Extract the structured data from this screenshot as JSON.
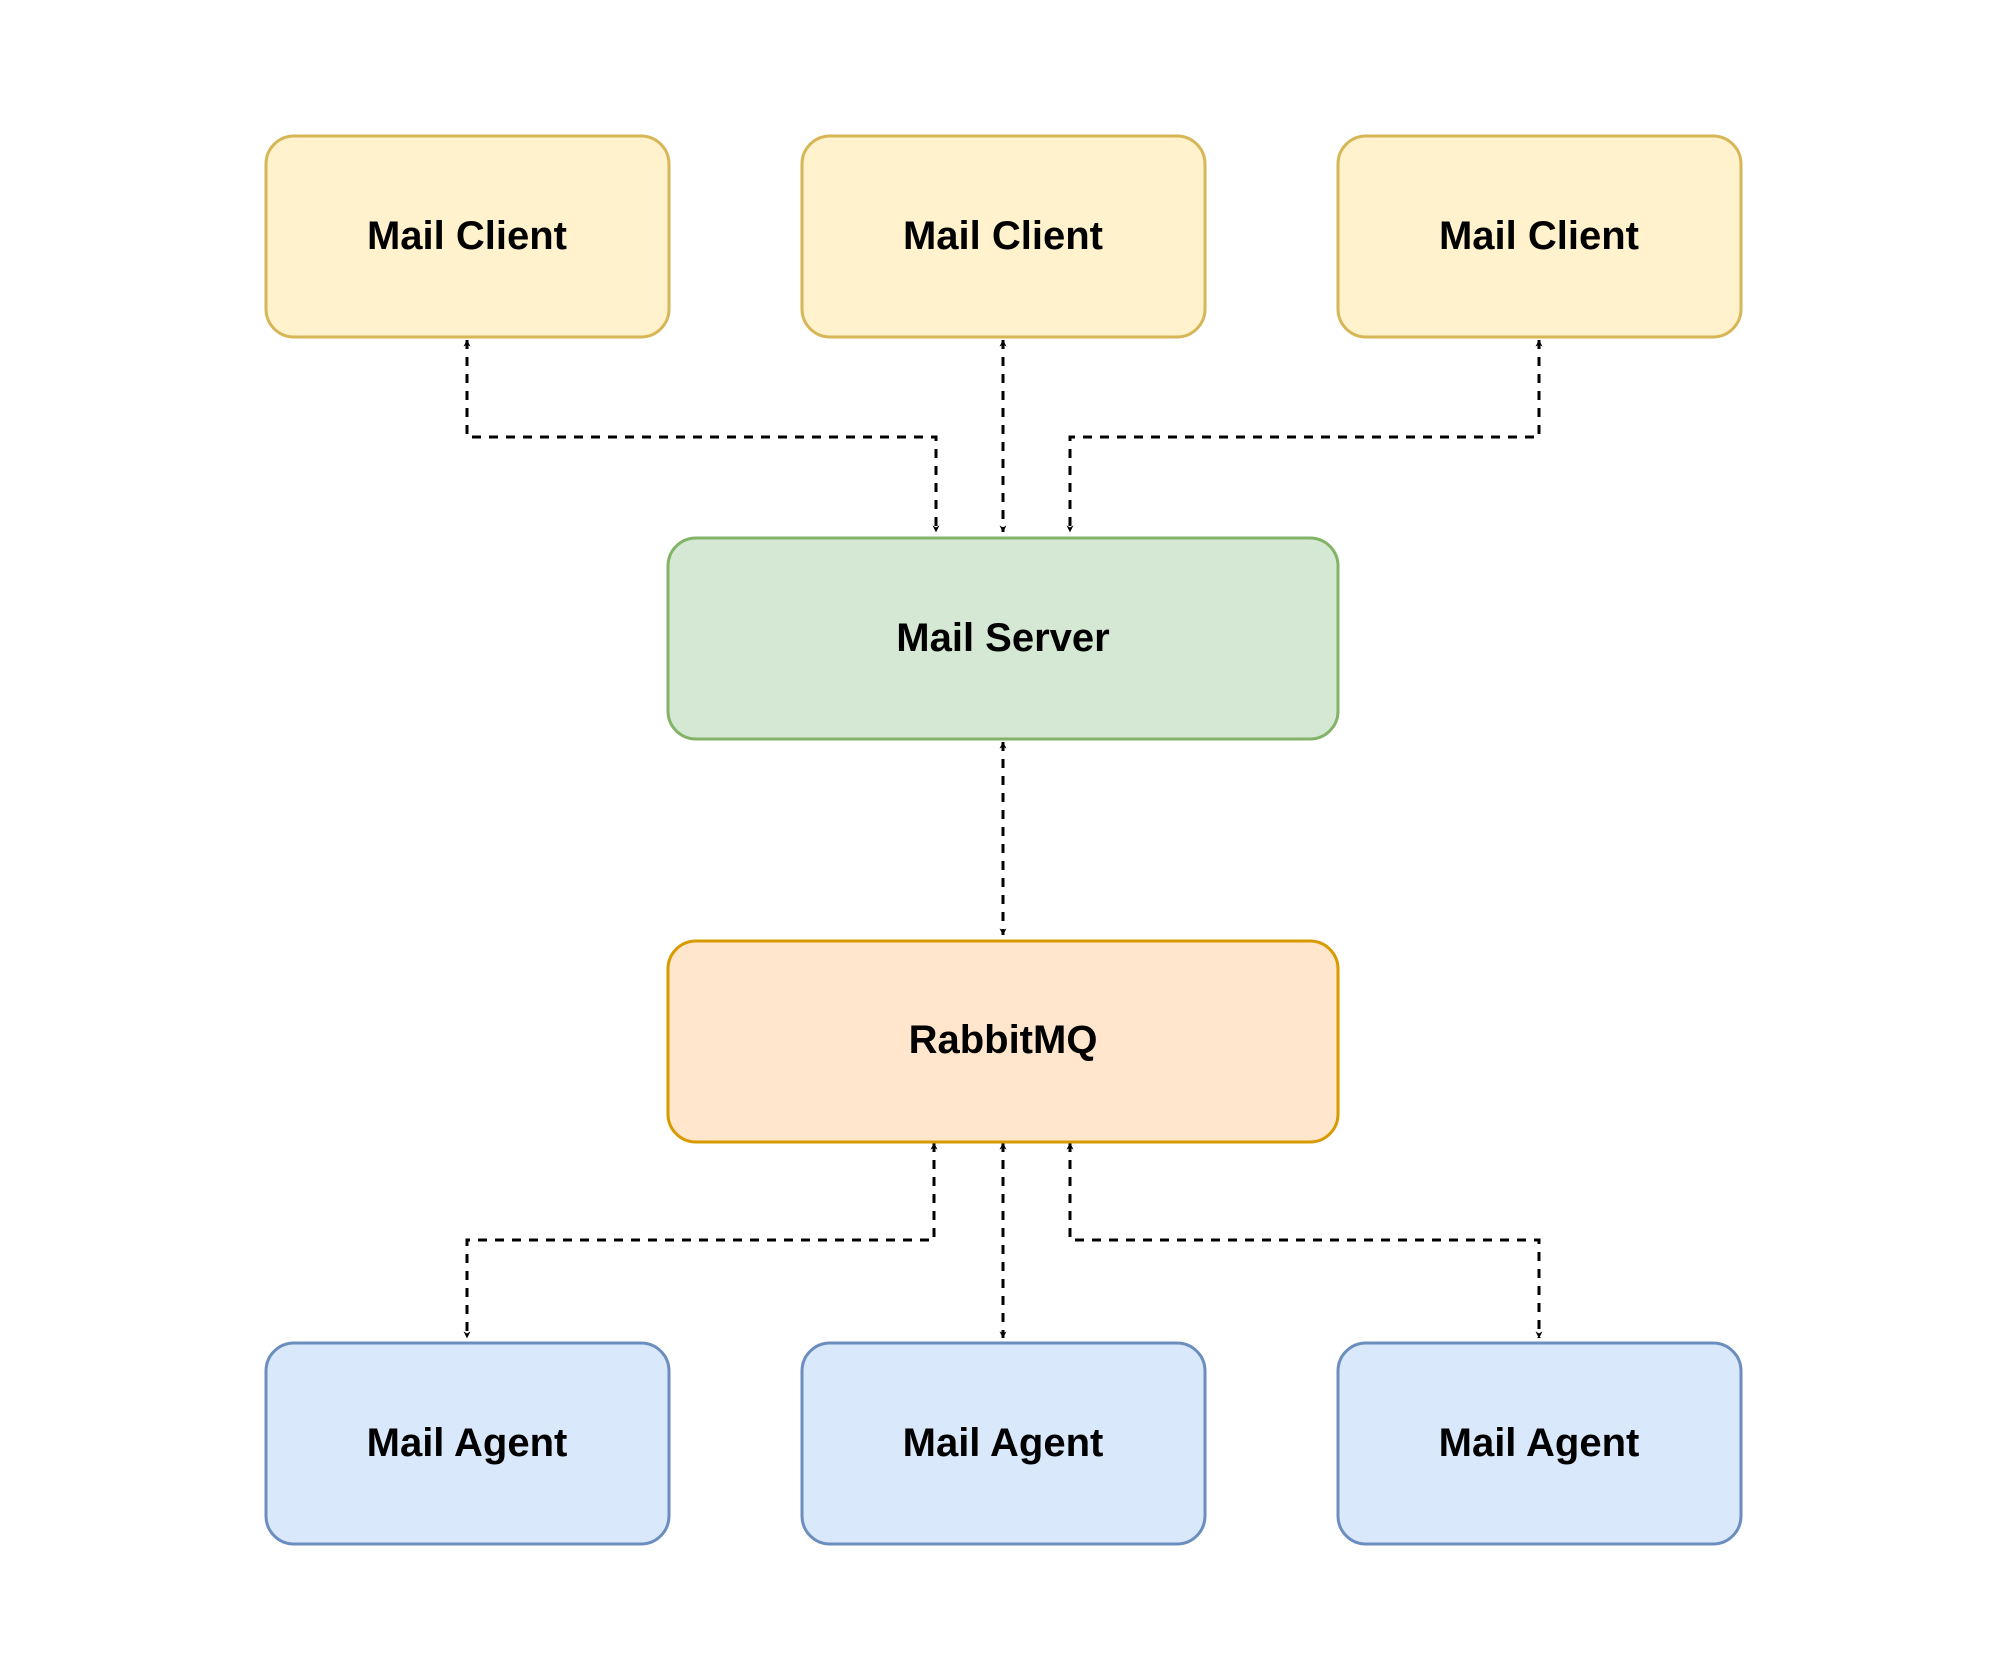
{
  "nodes": {
    "client_1": {
      "label": "Mail Client",
      "fill": "#fff2cc",
      "stroke": "#d6b656"
    },
    "client_2": {
      "label": "Mail Client",
      "fill": "#fff2cc",
      "stroke": "#d6b656"
    },
    "client_3": {
      "label": "Mail Client",
      "fill": "#fff2cc",
      "stroke": "#d6b656"
    },
    "server": {
      "label": "Mail Server",
      "fill": "#d5e8d4",
      "stroke": "#82b366"
    },
    "queue": {
      "label": "RabbitMQ",
      "fill": "#ffe6cc",
      "stroke": "#d79b00"
    },
    "agent_1": {
      "label": "Mail Agent",
      "fill": "#dae8fc",
      "stroke": "#6c8ebf"
    },
    "agent_2": {
      "label": "Mail Agent",
      "fill": "#dae8fc",
      "stroke": "#6c8ebf"
    },
    "agent_3": {
      "label": "Mail Agent",
      "fill": "#dae8fc",
      "stroke": "#6c8ebf"
    }
  },
  "edges": [
    {
      "from": "client_1",
      "to": "server",
      "style": "dashed",
      "direction": "both"
    },
    {
      "from": "client_2",
      "to": "server",
      "style": "dashed",
      "direction": "both"
    },
    {
      "from": "client_3",
      "to": "server",
      "style": "dashed",
      "direction": "both"
    },
    {
      "from": "server",
      "to": "queue",
      "style": "dashed",
      "direction": "both"
    },
    {
      "from": "queue",
      "to": "agent_1",
      "style": "dashed",
      "direction": "both"
    },
    {
      "from": "queue",
      "to": "agent_2",
      "style": "dashed",
      "direction": "both"
    },
    {
      "from": "queue",
      "to": "agent_3",
      "style": "dashed",
      "direction": "both"
    }
  ]
}
